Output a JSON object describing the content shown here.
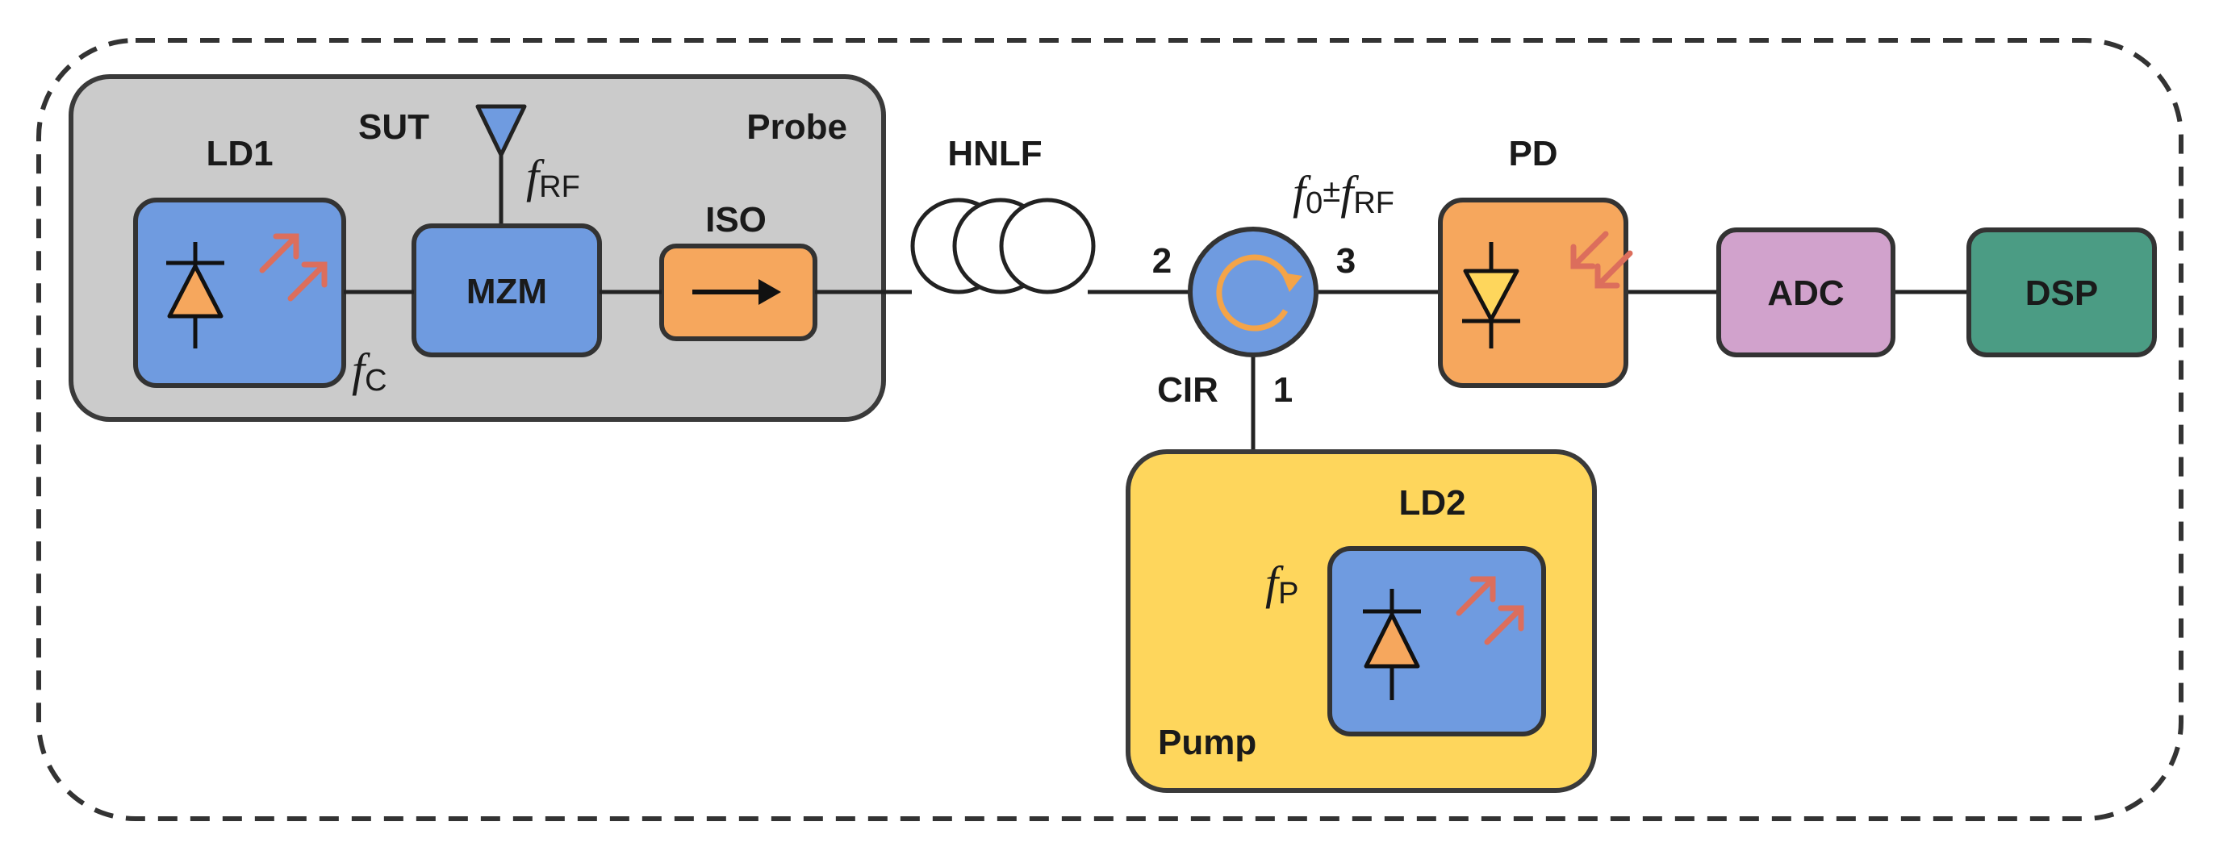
{
  "labels": {
    "probe": "Probe",
    "pump": "Pump",
    "ld1": "LD1",
    "ld2": "LD2",
    "sut": "SUT",
    "mzm": "MZM",
    "iso": "ISO",
    "hnlf": "HNLF",
    "cir": "CIR",
    "pd": "PD",
    "adc": "ADC",
    "dsp": "DSP",
    "port_1": "1",
    "port_2": "2",
    "port_3": "3"
  },
  "freqs": {
    "f": "f",
    "rf_sub": "RF",
    "c_sub": "C",
    "p_sub": "P",
    "zero_sub": "0",
    "plus_minus": "±"
  },
  "colors": {
    "probe_fill": "#cbcbcb",
    "pump_fill": "#fed65c",
    "blue": "#6f9be0",
    "orange": "#f6a75d",
    "adc": "#d1a2cc",
    "dsp": "#4b9c84",
    "arrow_red": "#dc6e5c",
    "circulator_arrow": "#f4a448"
  }
}
